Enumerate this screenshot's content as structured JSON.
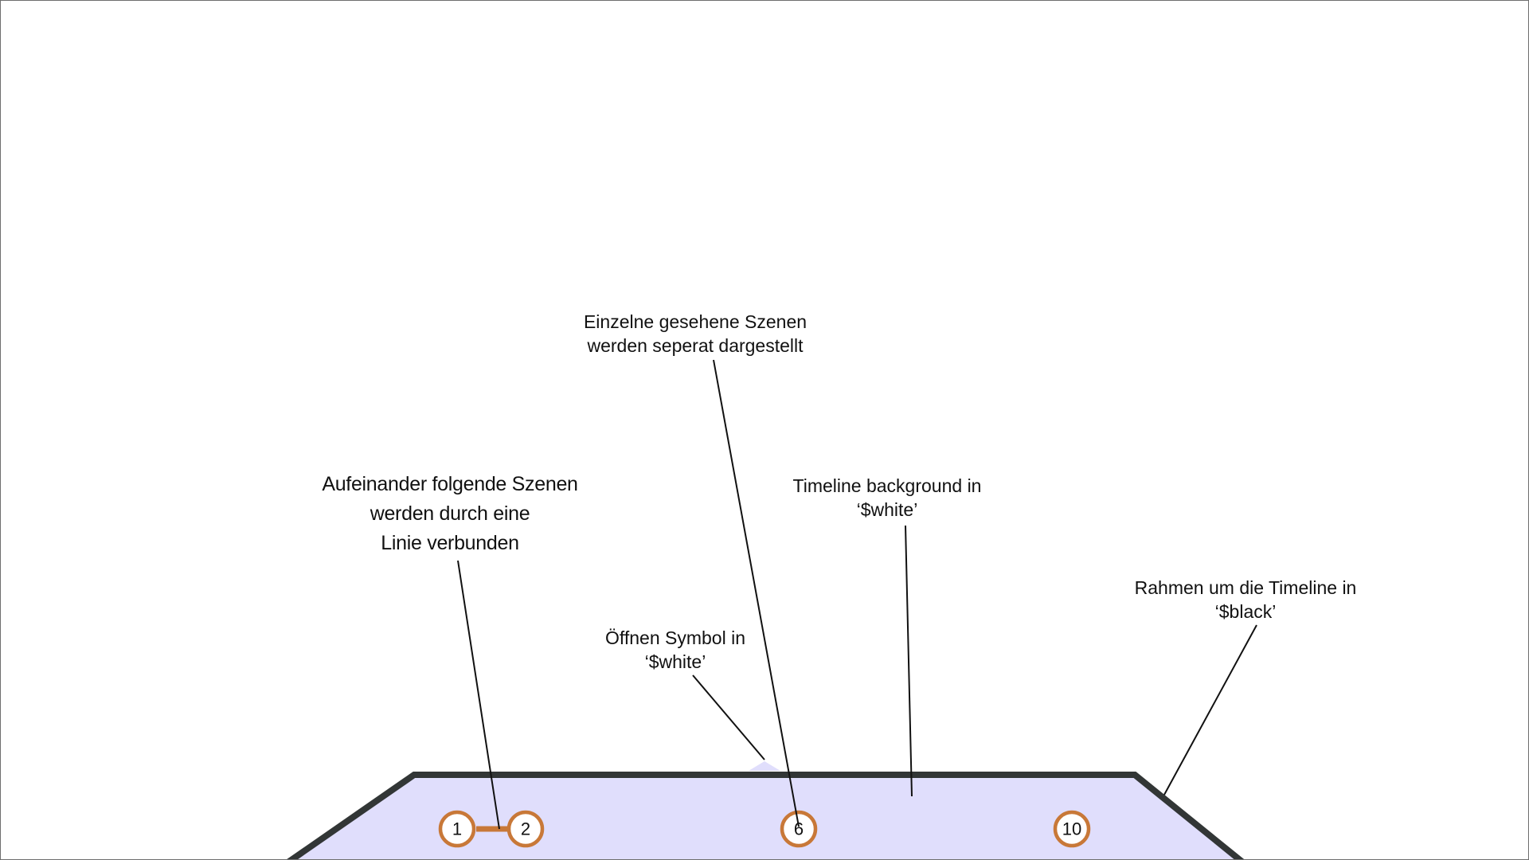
{
  "annotations": {
    "connected_scenes": {
      "lines": [
        "Aufeinander folgende Szenen",
        "werden durch eine",
        "Linie verbunden"
      ]
    },
    "single_scenes": {
      "lines": [
        "Einzelne gesehene Szenen",
        "werden seperat dargestellt"
      ]
    },
    "timeline_background": {
      "lines": [
        "Timeline background in",
        "‘$white’"
      ]
    },
    "open_symbol": {
      "lines": [
        "Öffnen Symbol in",
        "‘$white’"
      ]
    },
    "timeline_border": {
      "lines": [
        "Rahmen um die Timeline in",
        "‘$black’"
      ]
    }
  },
  "timeline": {
    "nodes": [
      {
        "label": "1"
      },
      {
        "label": "2"
      },
      {
        "label": "6"
      },
      {
        "label": "10"
      }
    ]
  },
  "colors": {
    "timeline_fill": "#e0defc",
    "timeline_border": "#323636",
    "node_stroke": "#c87838",
    "connector": "#c87838",
    "leader_line": "#111111"
  }
}
